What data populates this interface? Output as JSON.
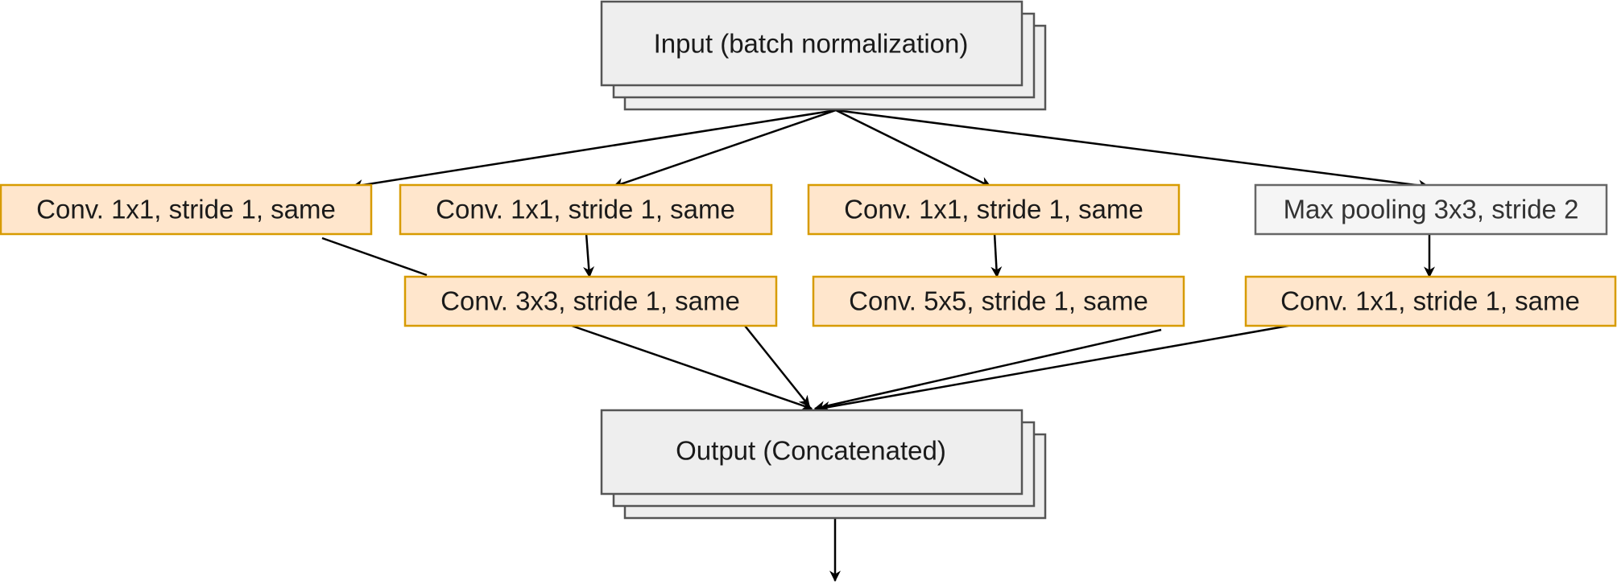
{
  "diagram": {
    "input_label": "Input (batch normalization)",
    "output_label": "Output (Concatenated)",
    "branch1": {
      "conv1": "Conv. 1x1, stride 1, same"
    },
    "branch2": {
      "conv1": "Conv. 1x1, stride 1, same",
      "conv2": "Conv. 3x3, stride 1, same"
    },
    "branch3": {
      "conv1": "Conv. 1x1, stride 1, same",
      "conv2": "Conv. 5x5, stride 1, same"
    },
    "branch4": {
      "pool": "Max pooling 3x3, stride 2",
      "conv": "Conv. 1x1, stride 1, same"
    },
    "colors": {
      "conv_fill": "#ffe6cc",
      "conv_stroke": "#d79b00",
      "gray_fill": "#eeeeee",
      "pool_fill": "#f5f5f5",
      "gray_stroke": "#555555",
      "edge": "#000000"
    }
  }
}
